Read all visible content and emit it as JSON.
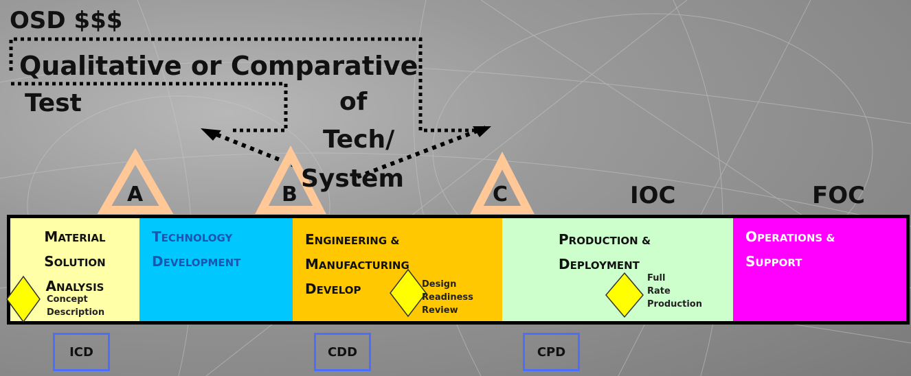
{
  "header": {
    "osd": "OSD $$$",
    "qualitative": "Qualitative or Comparative",
    "test": "Test",
    "of": "of",
    "tech": "Tech/",
    "system": "System"
  },
  "milestones": {
    "a": "A",
    "b": "B",
    "c": "C",
    "ioc": "IOC",
    "foc": "FOC"
  },
  "phases": {
    "p1": {
      "line1_first": "M",
      "line1_rest": "aterial",
      "line2_first": "S",
      "line2_rest": "olution",
      "line3_first": "A",
      "line3_rest": "nalysis"
    },
    "p2": {
      "line1_first": "T",
      "line1_rest": "echnology",
      "line2_first": "D",
      "line2_rest": "evelopment"
    },
    "p3": {
      "line1_first": "E",
      "line1_rest": "ngineering &",
      "line2_first": "M",
      "line2_rest": "anufacturing",
      "line3_first": "D",
      "line3_rest": "evelop"
    },
    "p4": {
      "line1_first": "P",
      "line1_rest": "roduction &",
      "line2_first": "D",
      "line2_rest": "eployment"
    },
    "p5": {
      "line1_first": "O",
      "line1_rest": "perations &",
      "line2_first": "S",
      "line2_rest": "upport"
    }
  },
  "reviews": {
    "concept": [
      "Concept",
      "Description"
    ],
    "design": [
      "Design",
      "Readiness",
      "Review"
    ],
    "full_rate": [
      "Full",
      "Rate",
      "Production"
    ]
  },
  "documents": {
    "icd": "ICD",
    "cdd": "CDD",
    "cpd": "CPD"
  },
  "colors": {
    "material": "#ffffa8",
    "technology": "#00c8ff",
    "engineering": "#ffc800",
    "production": "#ccffcc",
    "operations": "#ff00ff",
    "milestone_triangle": "#ffc896",
    "review_diamond": "#ffff00",
    "doc_border": "#4a6fff"
  }
}
